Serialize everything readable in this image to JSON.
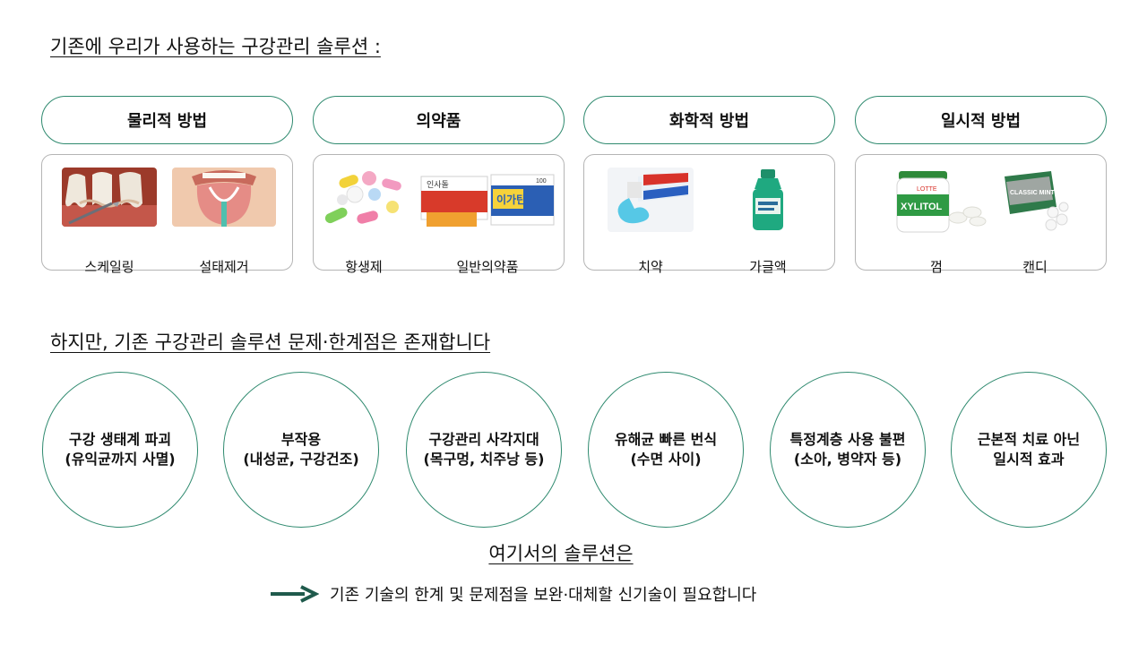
{
  "headings": {
    "top": "기존에 우리가 사용하는 구강관리 솔루션 :",
    "middle": "하지만, 기존 구강관리 솔루션 문제·한계점은 존재합니다",
    "solution": "여기서의 솔루션은"
  },
  "categories": [
    {
      "title": "물리적 방법",
      "items": [
        {
          "label": "스케일링",
          "icon": "scaling-photo"
        },
        {
          "label": "설태제거",
          "icon": "tongue-cleaner-photo"
        }
      ]
    },
    {
      "title": "의약품",
      "items": [
        {
          "label": "항생제",
          "icon": "pills-photo"
        },
        {
          "label": "일반의약품",
          "icon": "medicine-boxes-photo"
        }
      ]
    },
    {
      "title": "화학적 방법",
      "items": [
        {
          "label": "치약",
          "icon": "toothpaste-photo"
        },
        {
          "label": "가글액",
          "icon": "mouthwash-photo"
        }
      ]
    },
    {
      "title": "일시적 방법",
      "items": [
        {
          "label": "껌",
          "icon": "gum-photo"
        },
        {
          "label": "캔디",
          "icon": "candy-photo"
        }
      ]
    }
  ],
  "product_text": {
    "medicine_box_1": "인사돌",
    "medicine_box_2": "이가탄",
    "medicine_box_2_size": "100",
    "gum_brand": "LOTTE",
    "gum_name": "XYLITOL",
    "candy_name": "CLASSIC MINT"
  },
  "problems": [
    {
      "line1": "구강 생태계 파괴",
      "line2": "(유익균까지 사멸)"
    },
    {
      "line1": "부작용",
      "line2": "(내성균, 구강건조)"
    },
    {
      "line1": "구강관리 사각지대",
      "line2": "(목구멍, 치주낭 등)"
    },
    {
      "line1": "유해균 빠른 번식",
      "line2": "(수면 사이)"
    },
    {
      "line1": "특정계층 사용 불편",
      "line2": "(소아, 병약자 등)"
    },
    {
      "line1": "근본적 치료 아닌",
      "line2": "일시적 효과"
    }
  ],
  "conclusion": {
    "text": "기존 기술의 한계 및 문제점을 보완·대체할 신기술이 필요합니다",
    "arrow_icon": "arrow-right-icon"
  },
  "colors": {
    "accent": "#2f8a6f",
    "arrow": "#1f5a4c",
    "card_border": "#b5b5b5"
  }
}
